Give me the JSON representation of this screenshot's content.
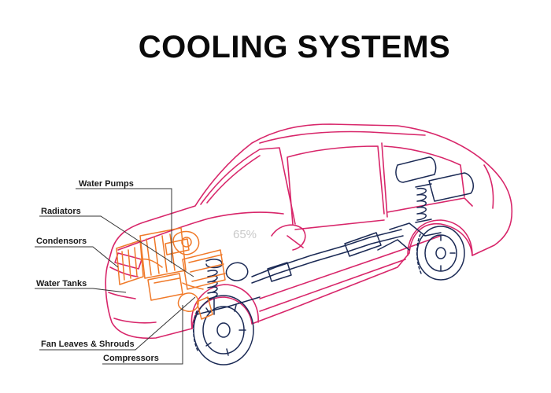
{
  "title": "COOLING SYSTEMS",
  "watermark": "65%",
  "labels": {
    "water_pumps": "Water Pumps",
    "radiators": "Radiators",
    "condensors": "Condensors",
    "water_tanks": "Water Tanks",
    "fan_leaves": "Fan Leaves & Shrouds",
    "compressors": "Compressors"
  },
  "colors": {
    "body_outline": "#d8266a",
    "engine_parts": "#f07a2a",
    "chassis": "#1b2a55",
    "leader_line": "#333333",
    "title": "#0a0a0a"
  }
}
